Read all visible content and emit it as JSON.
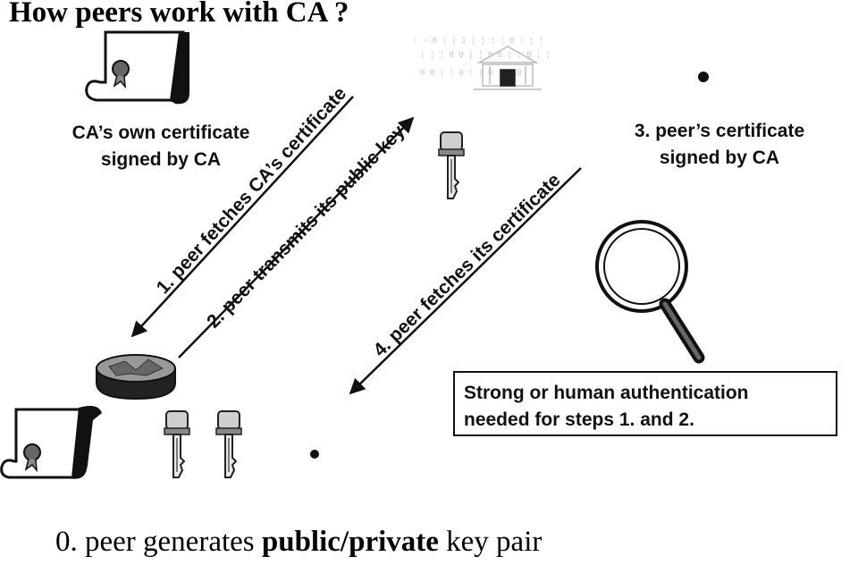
{
  "title": "How peers work with CA ?",
  "labels": {
    "ca_cert_line1": "CA’s own certificate",
    "ca_cert_line2": "signed by CA",
    "peer_cert_line1": "3. peer’s certificate",
    "peer_cert_line2": "signed by CA"
  },
  "steps": {
    "step1": "1. peer fetches CA’s certificate",
    "step2": "2. peer transmits its public key",
    "step4": "4. peer fetches its certificate"
  },
  "note": {
    "line1": "Strong or human authentication",
    "line2": "needed for steps 1. and 2."
  },
  "caption": {
    "prefix": "0. peer generates ",
    "bold": "public/private",
    "suffix": " key pair"
  },
  "icons": {
    "ca_building": "bank-building-icon",
    "certificate": "scroll-certificate-icon",
    "key": "key-icon",
    "magnifier": "magnifying-glass-icon",
    "peer": "network-node-icon"
  }
}
